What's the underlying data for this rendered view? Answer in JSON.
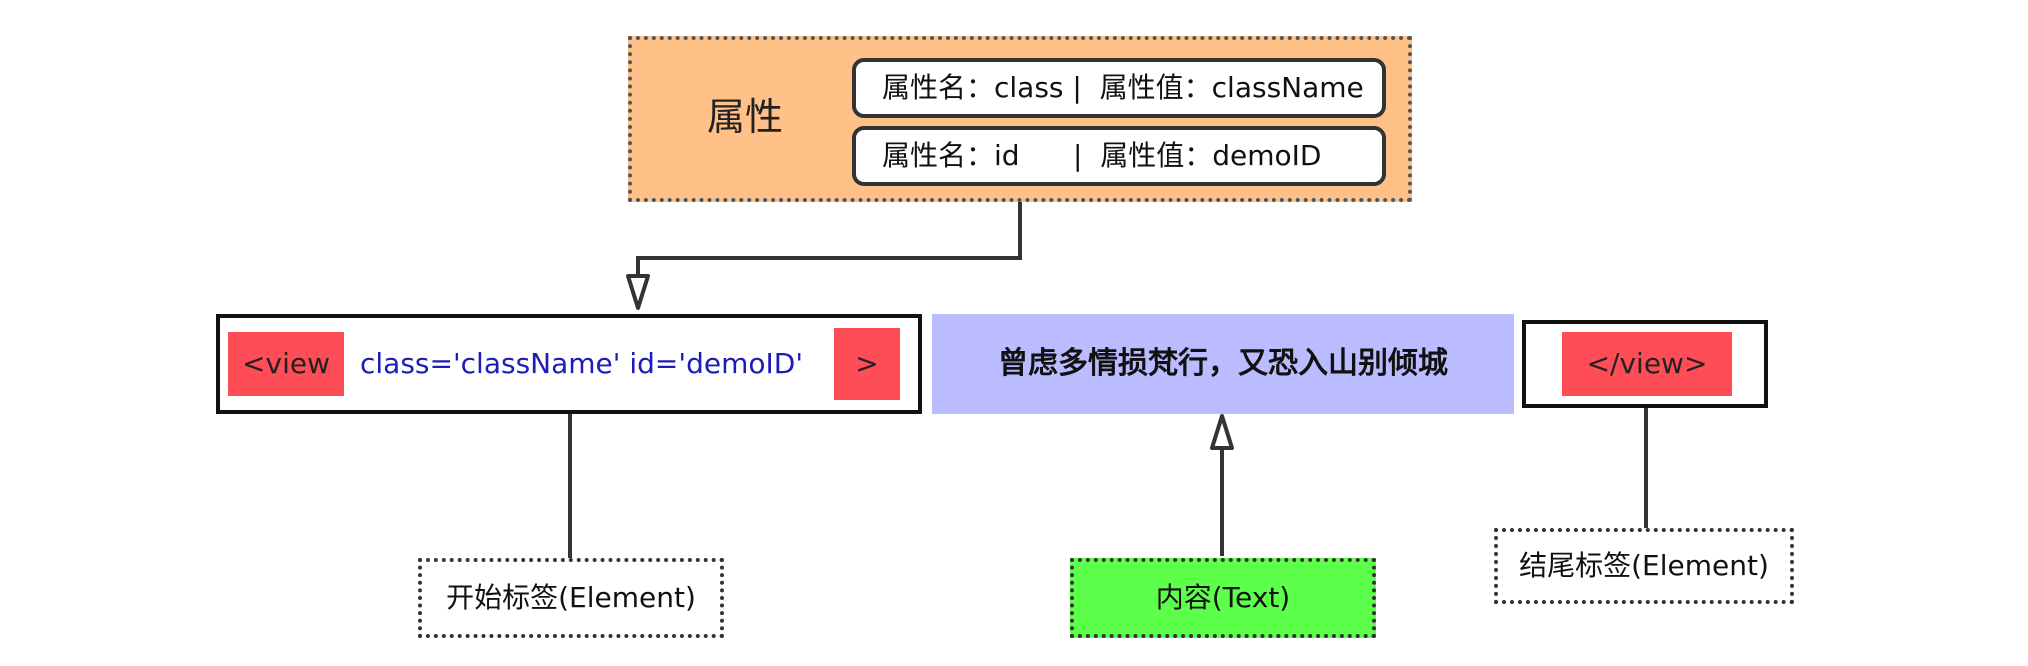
{
  "attribute_group": {
    "title": "属性",
    "rows": [
      {
        "text": "属性名：class |  属性值：className"
      },
      {
        "text": "属性名：id      |  属性值：demoID"
      }
    ]
  },
  "open_tag": {
    "start": "<view",
    "attributes": "class='className' id='demoID'",
    "end": ">"
  },
  "content": {
    "text": "曾虑多情损梵行，又恐入山别倾城"
  },
  "close_tag": {
    "label": "</view>"
  },
  "captions": {
    "open_tag": "开始标签(Element)",
    "content": "内容(Text)",
    "close_tag": "结尾标签(Element)"
  },
  "colors": {
    "attribute_fill": "#ffc187",
    "tag_red": "#ff4d58",
    "content_fill": "#bbbbff",
    "content_caption_fill": "#5cff4a",
    "attribute_text": "#1c1cb8"
  }
}
